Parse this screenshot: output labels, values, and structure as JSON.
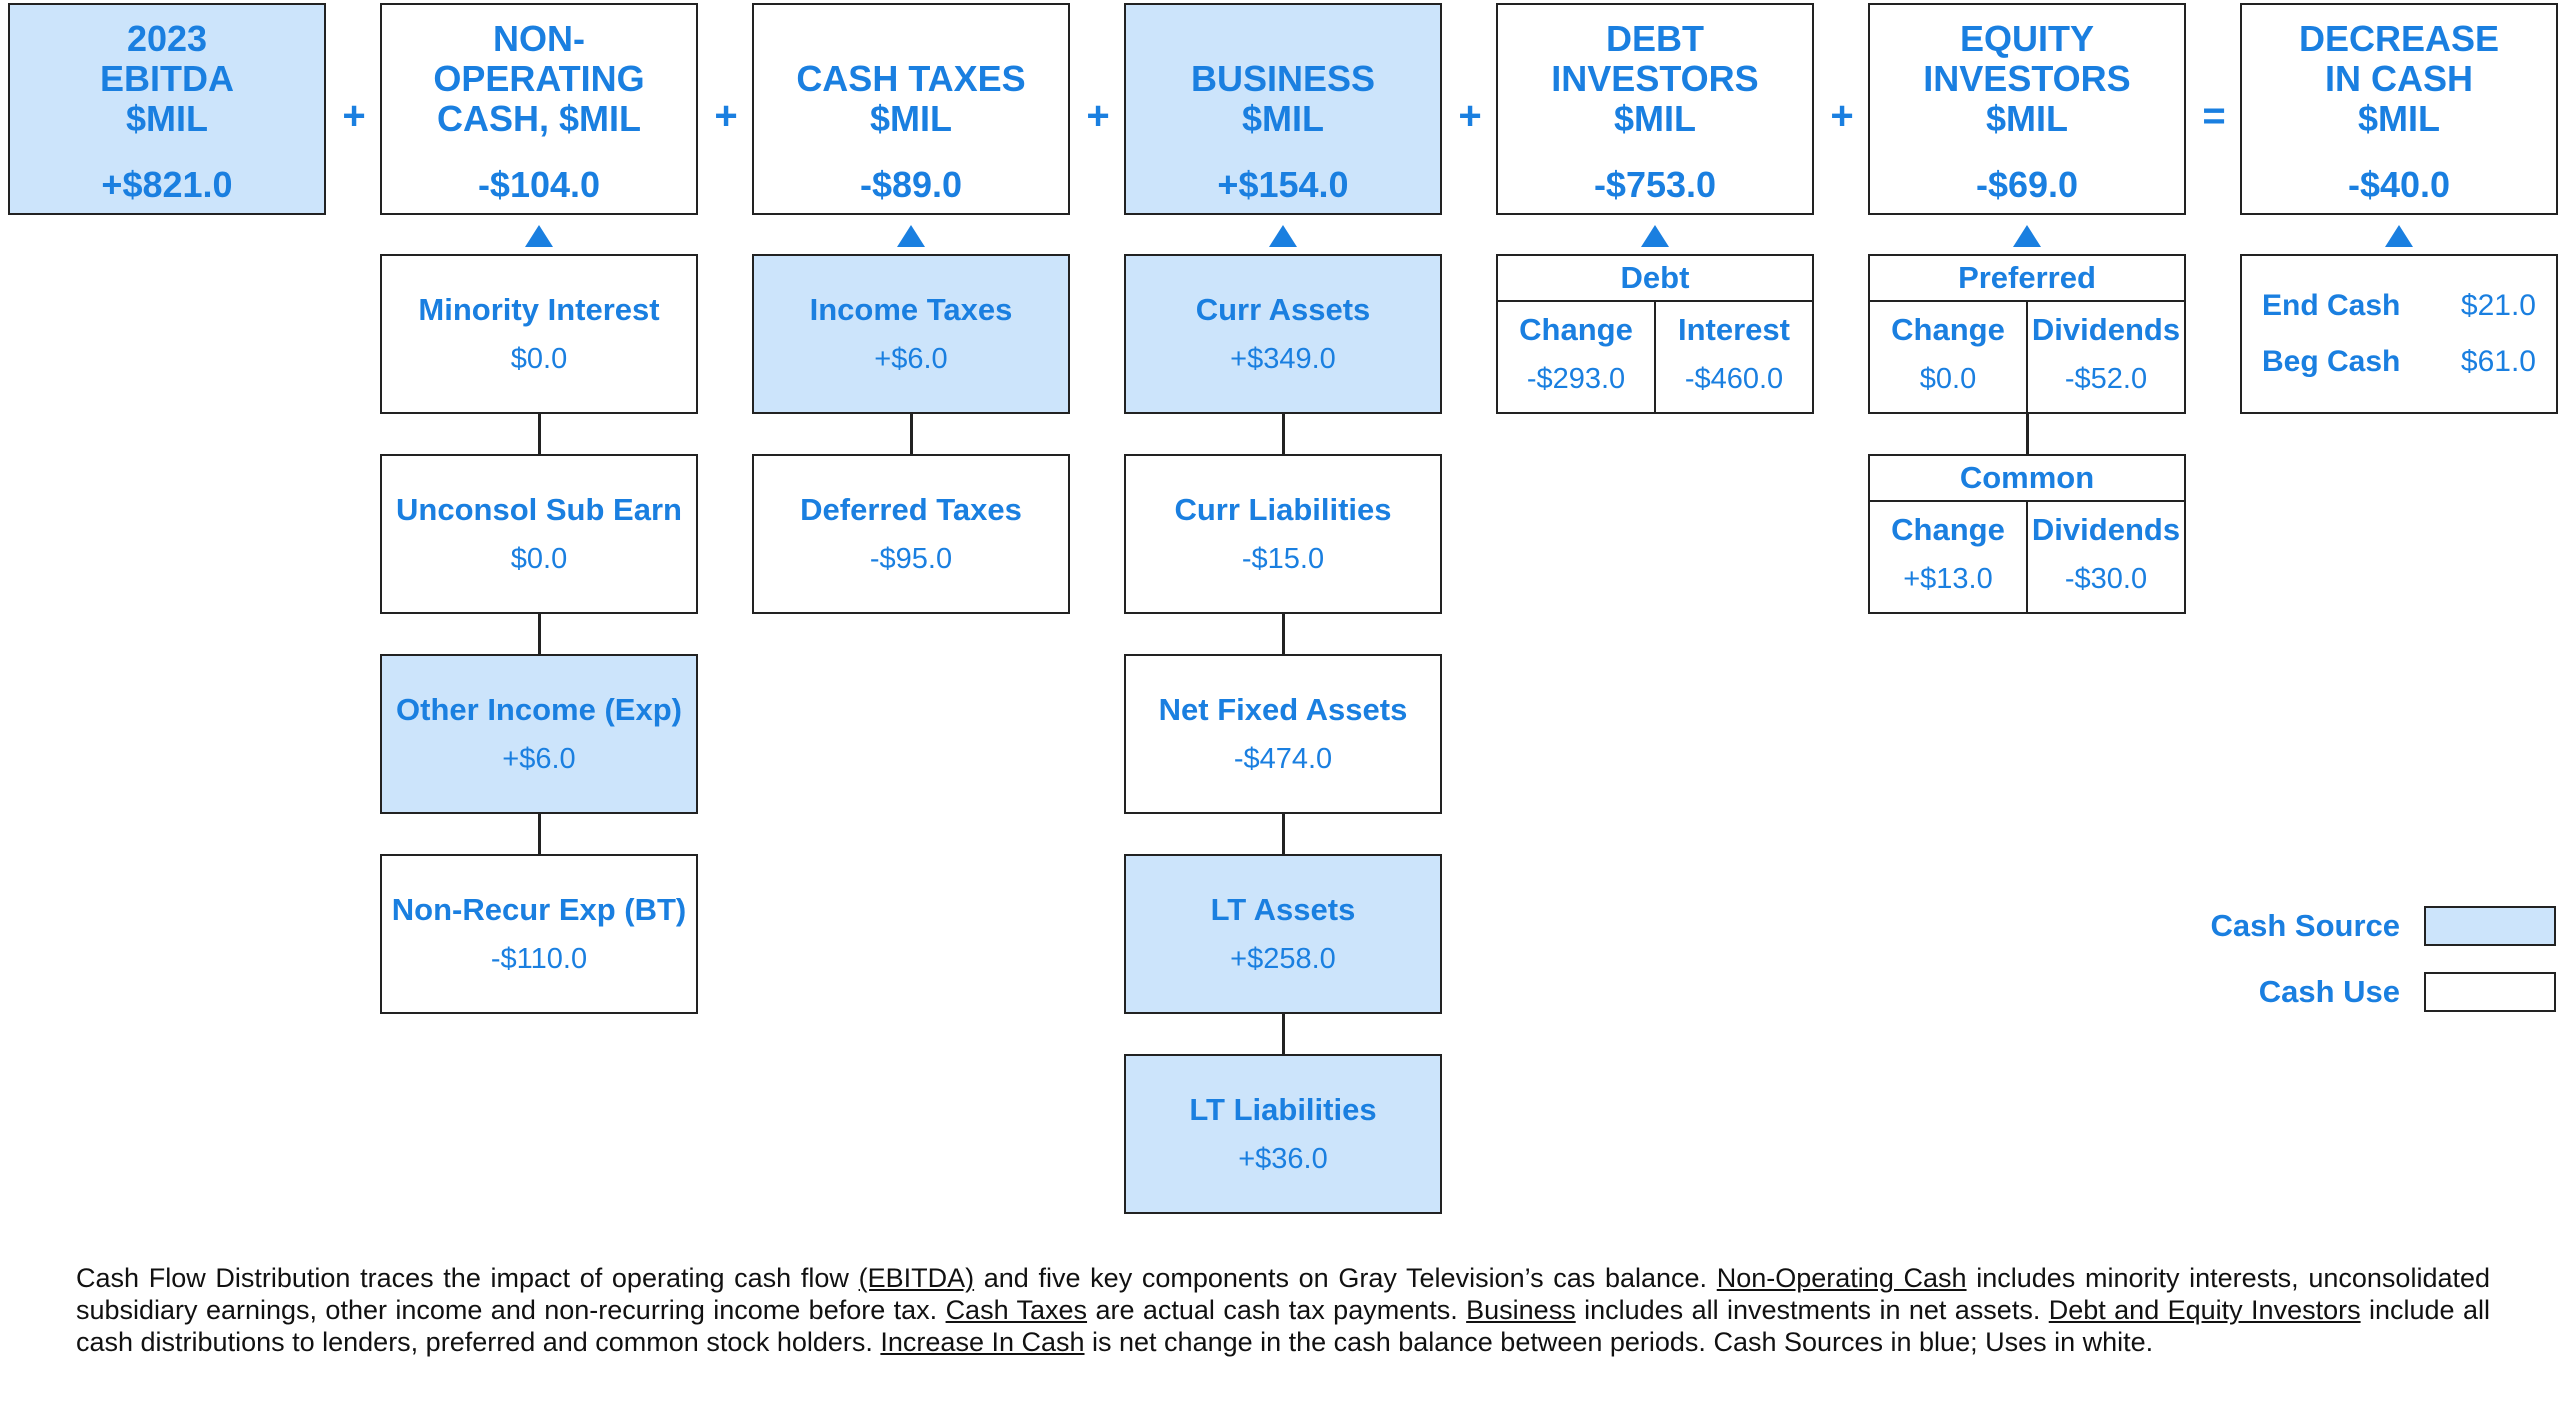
{
  "top": [
    {
      "title": "2023\nEBITDA\n$MIL",
      "value": "+$821.0"
    },
    {
      "title": "NON-\nOPERATING\nCASH, $MIL",
      "value": "-$104.0"
    },
    {
      "title": "CASH TAXES\n$MIL",
      "value": "-$89.0"
    },
    {
      "title": "BUSINESS\n$MIL",
      "value": "+$154.0"
    },
    {
      "title": "DEBT\nINVESTORS\n$MIL",
      "value": "-$753.0"
    },
    {
      "title": "EQUITY\nINVESTORS\n$MIL",
      "value": "-$69.0"
    },
    {
      "title": "DECREASE\nIN CASH\n$MIL",
      "value": "-$40.0"
    }
  ],
  "operators": [
    "+",
    "+",
    "+",
    "+",
    "+",
    "="
  ],
  "non_operating": [
    {
      "label": "Minority Interest",
      "value": "$0.0"
    },
    {
      "label": "Unconsol Sub Earn",
      "value": "$0.0"
    },
    {
      "label": "Other Income (Exp)",
      "value": "+$6.0"
    },
    {
      "label": "Non-Recur Exp (BT)",
      "value": "-$110.0"
    }
  ],
  "cash_taxes": [
    {
      "label": "Income Taxes",
      "value": "+$6.0"
    },
    {
      "label": "Deferred Taxes",
      "value": "-$95.0"
    }
  ],
  "business": [
    {
      "label": "Curr Assets",
      "value": "+$349.0"
    },
    {
      "label": "Curr Liabilities",
      "value": "-$15.0"
    },
    {
      "label": "Net Fixed Assets",
      "value": "-$474.0"
    },
    {
      "label": "LT Assets",
      "value": "+$258.0"
    },
    {
      "label": "LT Liabilities",
      "value": "+$36.0"
    }
  ],
  "debt": {
    "header": "Debt",
    "cells": [
      {
        "label": "Change",
        "value": "-$293.0"
      },
      {
        "label": "Interest",
        "value": "-$460.0"
      }
    ]
  },
  "preferred": {
    "header": "Preferred",
    "cells": [
      {
        "label": "Change",
        "value": "$0.0"
      },
      {
        "label": "Dividends",
        "value": "-$52.0"
      }
    ]
  },
  "common": {
    "header": "Common",
    "cells": [
      {
        "label": "Change",
        "value": "+$13.0"
      },
      {
        "label": "Dividends",
        "value": "-$30.0"
      }
    ]
  },
  "cash": {
    "end_label": "End Cash",
    "end_value": "$21.0",
    "beg_label": "Beg Cash",
    "beg_value": "$61.0"
  },
  "legend": {
    "source": "Cash Source",
    "use": "Cash Use",
    "source_color": "#cce4fb",
    "use_color": "#ffffff"
  },
  "footnote": {
    "p1": "Cash Flow Distribution traces the impact of operating cash flow ",
    "u1": "(EBITDA)",
    "p2": " and five key components on Gray Television’s cas balance. ",
    "u2": "Non-Operating  Cash",
    "p3": " includes minority interests, unconsolidated subsidiary earnings, other income and non-recurring  income before tax. ",
    "u3": "Cash Taxes",
    "p4": " are actual cash tax payments. ",
    "u4": "Business",
    "p5": " includes all investments in net assets. ",
    "u5": "Debt and Equity Investors",
    "p6": " include all cash distributions to lenders, preferred and common stock holders. ",
    "u6": "Increase In Cash",
    "p7": " is net change in the cash balance between periods. Cash Sources in blue; Uses in white."
  }
}
